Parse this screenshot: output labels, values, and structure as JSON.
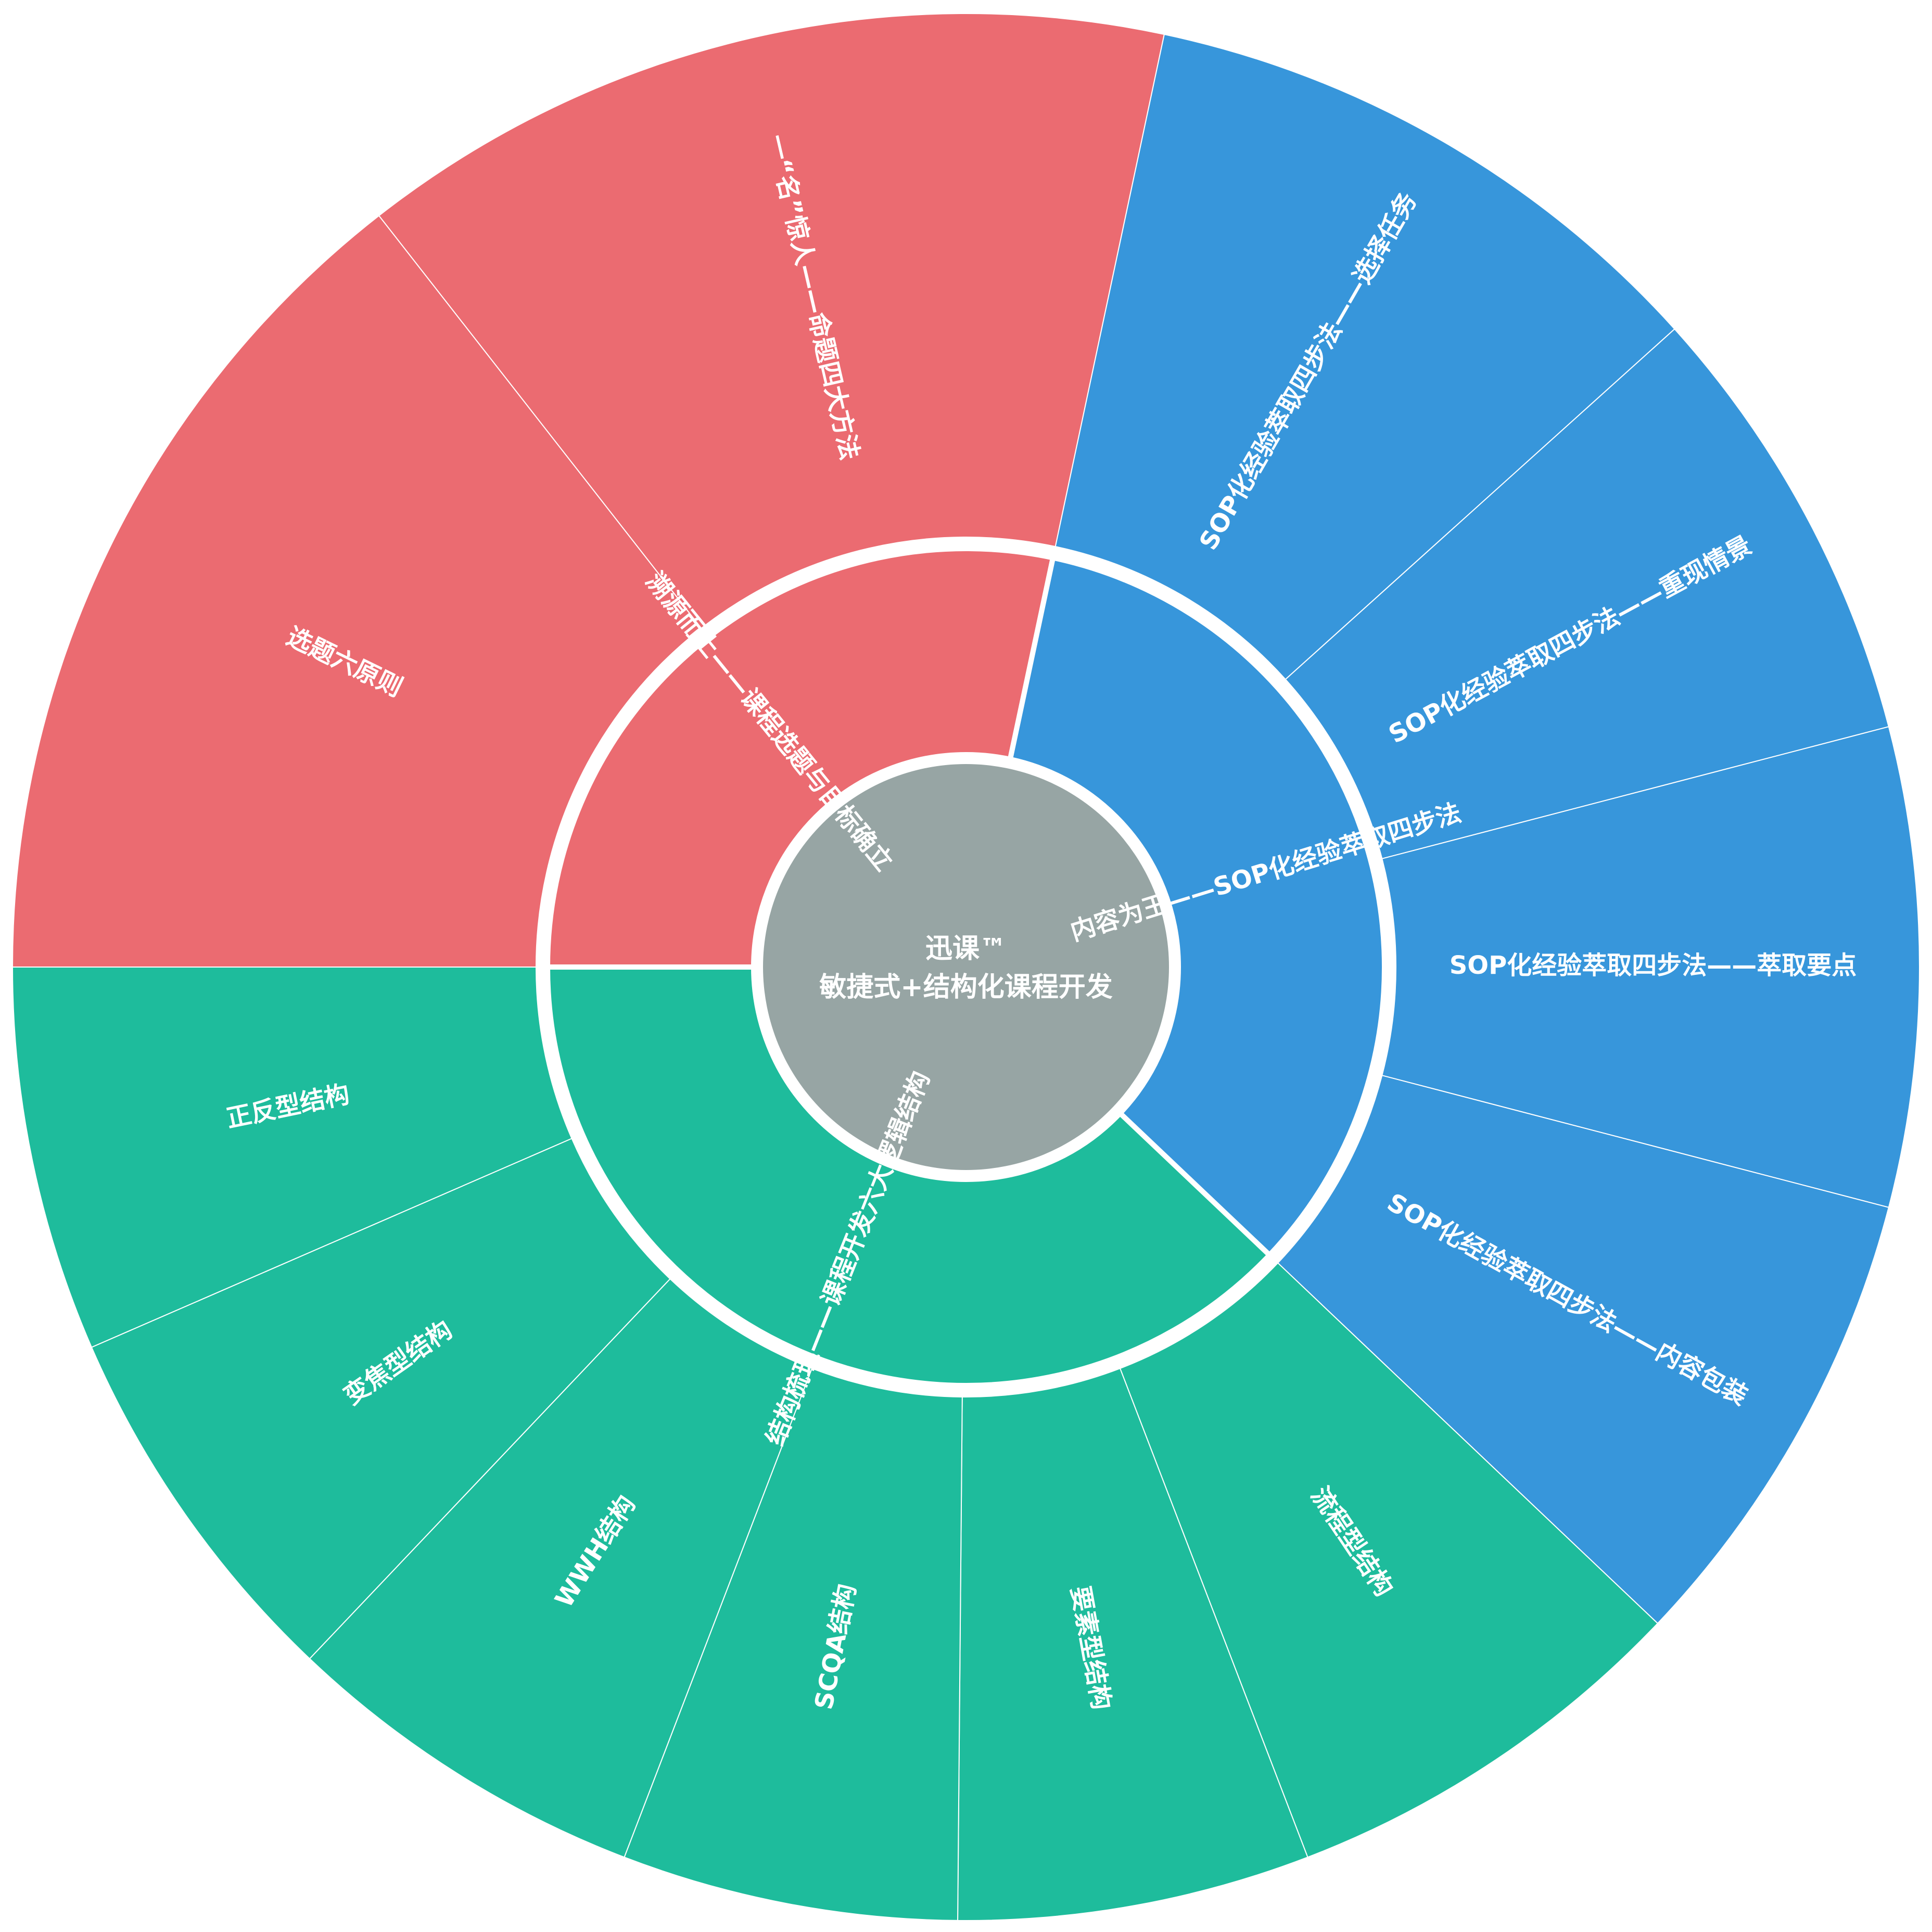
{
  "center": {
    "line1": "迅课™",
    "line2": "敏捷式+结构化课程开发",
    "color": "#97a5a4"
  },
  "colors": {
    "red": "#eb6b71",
    "blue": "#3796db",
    "green": "#1ebc9c",
    "separator": "#ffffff"
  },
  "inner_segments": [
    {
      "id": "red",
      "label": "溯源而上——课程选题与目标确立",
      "start_deg": -180.0,
      "end_deg": -78.0
    },
    {
      "id": "blue",
      "label": "内容为王——SOP化经验萃取四步法",
      "start_deg": -78.0,
      "end_deg": 43.5
    },
    {
      "id": "green",
      "label": "结构梳理——课程开发六大逻辑结构",
      "start_deg": 43.5,
      "end_deg": 180.0
    }
  ],
  "outer_segments": [
    {
      "group": "red",
      "label": "选题六原则",
      "start_deg": -180.0,
      "end_deg": -128.0
    },
    {
      "group": "red",
      "label": "一“名”惊人——命题四大方法",
      "start_deg": -128.0,
      "end_deg": -78.0
    },
    {
      "group": "blue",
      "label": "SOP化经验萃取四步法——选择任务",
      "start_deg": -78.0,
      "end_deg": -42.0
    },
    {
      "group": "blue",
      "label": "SOP化经验萃取四步法——重现情景",
      "start_deg": -42.0,
      "end_deg": -14.6
    },
    {
      "group": "blue",
      "label": "SOP化经验萃取四步法——萃取要点",
      "start_deg": -14.6,
      "end_deg": 14.6
    },
    {
      "group": "blue",
      "label": "SOP化经验萃取四步法——内容包装",
      "start_deg": 14.6,
      "end_deg": 43.5
    },
    {
      "group": "green",
      "label": "流程型结构",
      "start_deg": 43.5,
      "end_deg": 69.0
    },
    {
      "group": "green",
      "label": "要素型结构",
      "start_deg": 69.0,
      "end_deg": 90.5
    },
    {
      "group": "green",
      "label": "SCQA结构",
      "start_deg": 90.5,
      "end_deg": 111.0
    },
    {
      "group": "green",
      "label": "WWH结构",
      "start_deg": 111.0,
      "end_deg": 133.5
    },
    {
      "group": "green",
      "label": "变焦型结构",
      "start_deg": 133.5,
      "end_deg": 156.5
    },
    {
      "group": "green",
      "label": "正反型结构",
      "start_deg": 156.5,
      "end_deg": 180.0
    }
  ]
}
